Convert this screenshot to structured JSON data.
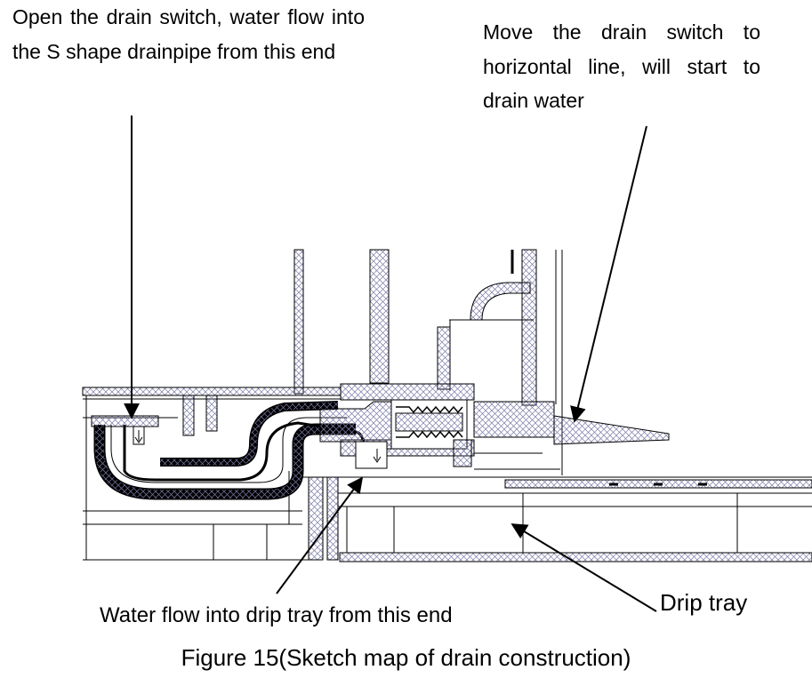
{
  "annotations": {
    "drain_open": "Open the drain switch, water flow into the S shape drainpipe from this end",
    "switch_move": "Move the drain switch to horizontal line, will start to drain water",
    "water_flow": "Water flow into drip tray from this end",
    "drip_tray": "Drip tray"
  },
  "caption": "Figure 15(Sketch map of drain construction)",
  "colors": {
    "line": "#000000",
    "hatch": "#7a7aa8",
    "background": "#ffffff"
  }
}
